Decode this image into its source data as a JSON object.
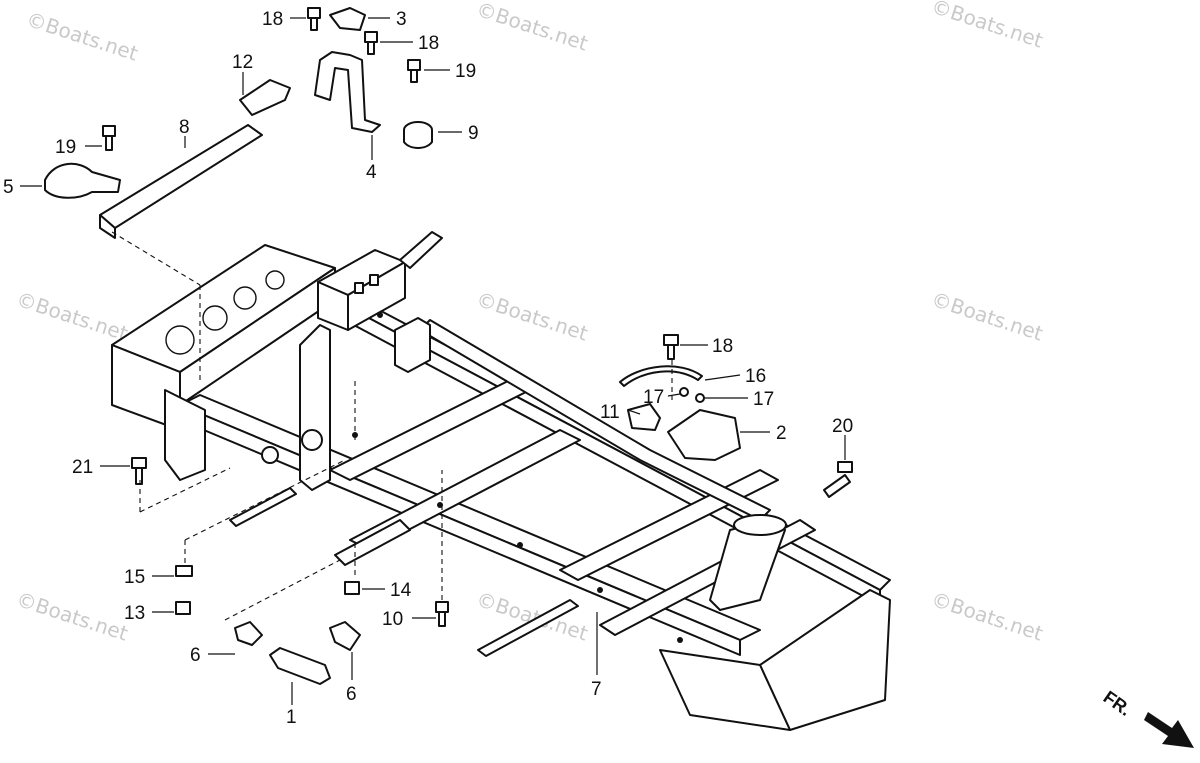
{
  "watermark": "©Boats.net",
  "direction_label": "FR.",
  "callouts": [
    "18",
    "3",
    "18",
    "12",
    "19",
    "8",
    "19",
    "9",
    "5",
    "4",
    "18",
    "16",
    "17",
    "17",
    "11",
    "2",
    "20",
    "21",
    "15",
    "14",
    "13",
    "10",
    "6",
    "6",
    "1",
    "7"
  ]
}
